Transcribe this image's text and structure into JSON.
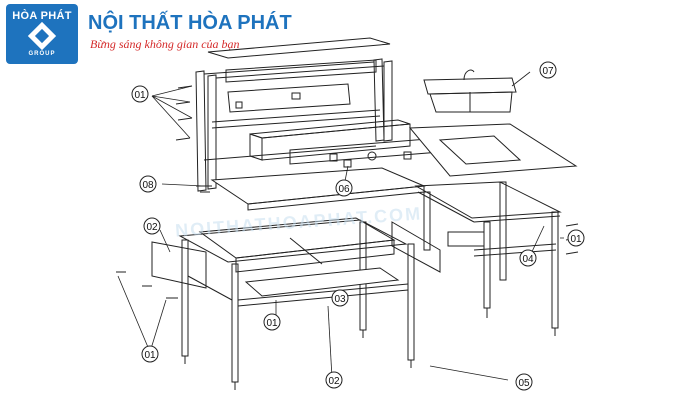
{
  "brand": {
    "logo_top": "HÒA PHÁT",
    "logo_bottom": "GROUP",
    "title": "NỘI THẤT HÒA PHÁT",
    "slogan": "Bừng sáng không gian của bạn"
  },
  "watermark": "NOITHATHOAPHAT.COM",
  "callouts": {
    "c01_shelf": "01",
    "c01_right": "01",
    "c01_bottom": "01",
    "c01_lower_left": "01",
    "c02_panel": "02",
    "c02_bottom": "02",
    "c03": "03",
    "c04": "04",
    "c05": "05",
    "c06": "06",
    "c07": "07",
    "c08": "08"
  },
  "colors": {
    "brand_blue": "#1e73be",
    "slogan_red": "#d42a2a",
    "line": "#222222"
  }
}
